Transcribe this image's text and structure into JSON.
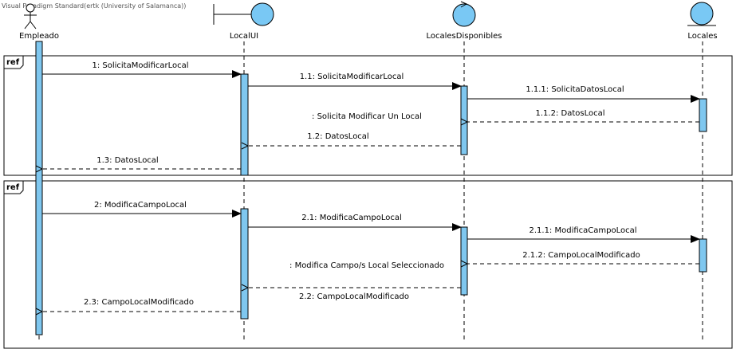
{
  "watermark": "Visual Paradigm Standard(ertk (University of Salamanca))",
  "lifelines": {
    "empleado": "Empleado",
    "localui": "LocalUI",
    "localesdisponibles": "LocalesDisponibles",
    "locales": "Locales"
  },
  "fragments": [
    {
      "label": "ref"
    },
    {
      "label": "ref"
    }
  ],
  "messages": [
    "1: SolicitaModificarLocal",
    "1.1: SolicitaModificarLocal",
    "1.1.1: SolicitaDatosLocal",
    "1.1.2: DatosLocal",
    ": Solicita Modificar Un Local",
    "1.2: DatosLocal",
    "1.3: DatosLocal",
    "2: ModificaCampoLocal",
    "2.1: ModificaCampoLocal",
    "2.1.1: ModificaCampoLocal",
    "2.1.2: CampoLocalModificado",
    ": Modifica Campo/s Local Seleccionado",
    "2.2: CampoLocalModificado",
    "2.3: CampoLocalModificado"
  ],
  "colors": {
    "activation": "#7fc7ef",
    "icon_fill": "#79c8f4",
    "stroke": "#000000"
  }
}
